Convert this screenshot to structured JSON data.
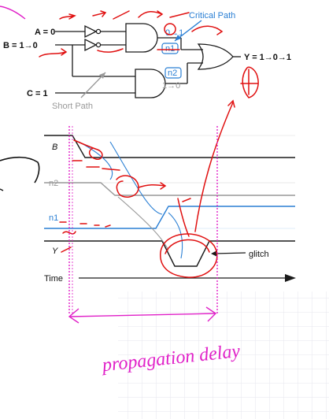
{
  "circuit": {
    "input_a": "A = 0",
    "input_b": "B = 1→0",
    "input_c": "C = 1",
    "node_n1": "n1",
    "node_n2": "n2",
    "n1_transition": "0→1",
    "n2_transition": "1→0",
    "output_y": "Y = 1→0→1",
    "critical_path_label": "Critical Path",
    "short_path_label": "Short Path"
  },
  "timing": {
    "signals": [
      "B",
      "n2",
      "n1",
      "Y"
    ],
    "glitch_label": "glitch",
    "time_label": "Time"
  },
  "annotation": {
    "handwritten_text": "propagation delay"
  },
  "colors": {
    "wire": "#1a1a1a",
    "accent_blue": "#2a7fd4",
    "ink_red": "#e01010",
    "ink_magenta": "#e020c8",
    "grid": "#e6e6ee"
  }
}
